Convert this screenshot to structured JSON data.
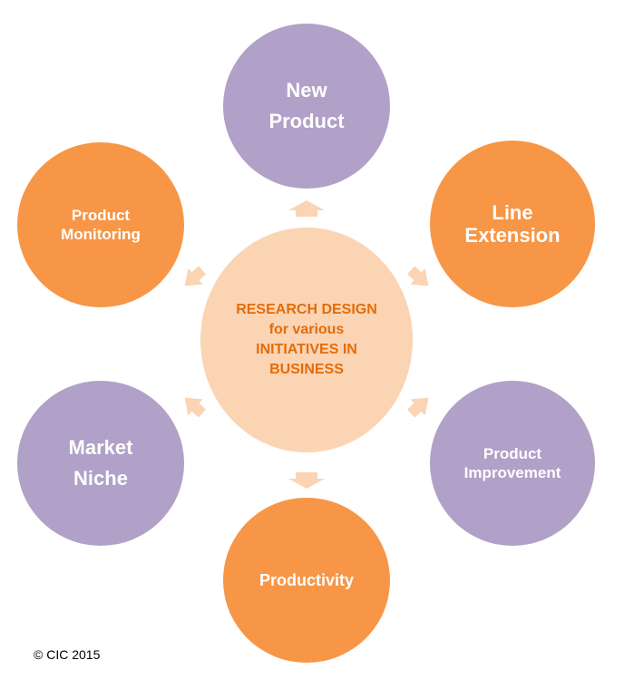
{
  "center": {
    "text": "RESEARCH DESIGN\nfor various\nINITIATIVES IN\nBUSINESS"
  },
  "nodes": {
    "new_product": "New\nProduct",
    "line_extension": "Line\nExtension",
    "product_improvement": "Product\nImprovement",
    "productivity": "Productivity",
    "market_niche": "Market\nNiche",
    "product_monitoring": "Product\nMonitoring"
  },
  "colors": {
    "purple": "#b1a0c7",
    "orange": "#f79646",
    "center_fill": "#fbd4b4",
    "center_text": "#e36c09",
    "arrow": "#fbd4b4"
  },
  "footer": {
    "copyright": "© CIC 2015"
  }
}
